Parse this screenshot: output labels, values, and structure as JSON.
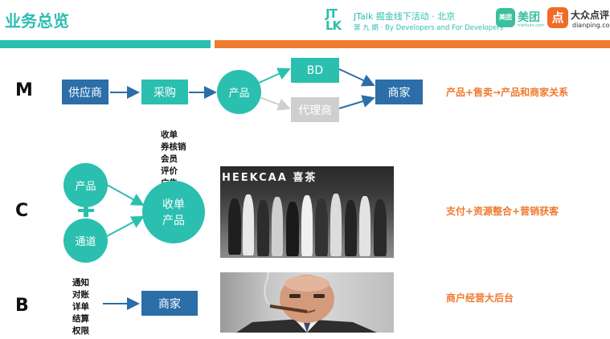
{
  "header": {
    "title": "业务总览",
    "jtalk_logo": "JT\nLK",
    "jtalk_line1": "JTalk 掘金线下活动 · 北京",
    "jtalk_line2": "第 九 期 · By Developers and For Developers",
    "meituan_icon": "美团",
    "meituan_text": "美团",
    "meituan_sub": "meituan.com",
    "dianping_icon": "点",
    "dianping_text": "大众点评",
    "dianping_sub": "dianping.com",
    "colors": {
      "teal": "#2bbfb0",
      "orange": "#f07a30",
      "blue": "#2b6ea8"
    }
  },
  "row_m": {
    "label": "M",
    "supplier": "供应商",
    "purchase": "采购",
    "product": "产品",
    "bd": "BD",
    "agent": "代理商",
    "merchant": "商家",
    "summary": "产品+售卖→产品和商家关系"
  },
  "row_c": {
    "label": "C",
    "product": "产品",
    "channel": "通道",
    "center_line1": "收单",
    "center_line2": "产品",
    "features": [
      "收单",
      "券核销",
      "会员",
      "评价",
      "广告"
    ],
    "photo_sign": "HEEKCAA 喜茶",
    "summary": "支付+资源整合+营销获客"
  },
  "row_b": {
    "label": "B",
    "features": [
      "通知",
      "对账",
      "详单",
      "结算",
      "权限"
    ],
    "merchant": "商家",
    "summary": "商户经营大后台"
  }
}
